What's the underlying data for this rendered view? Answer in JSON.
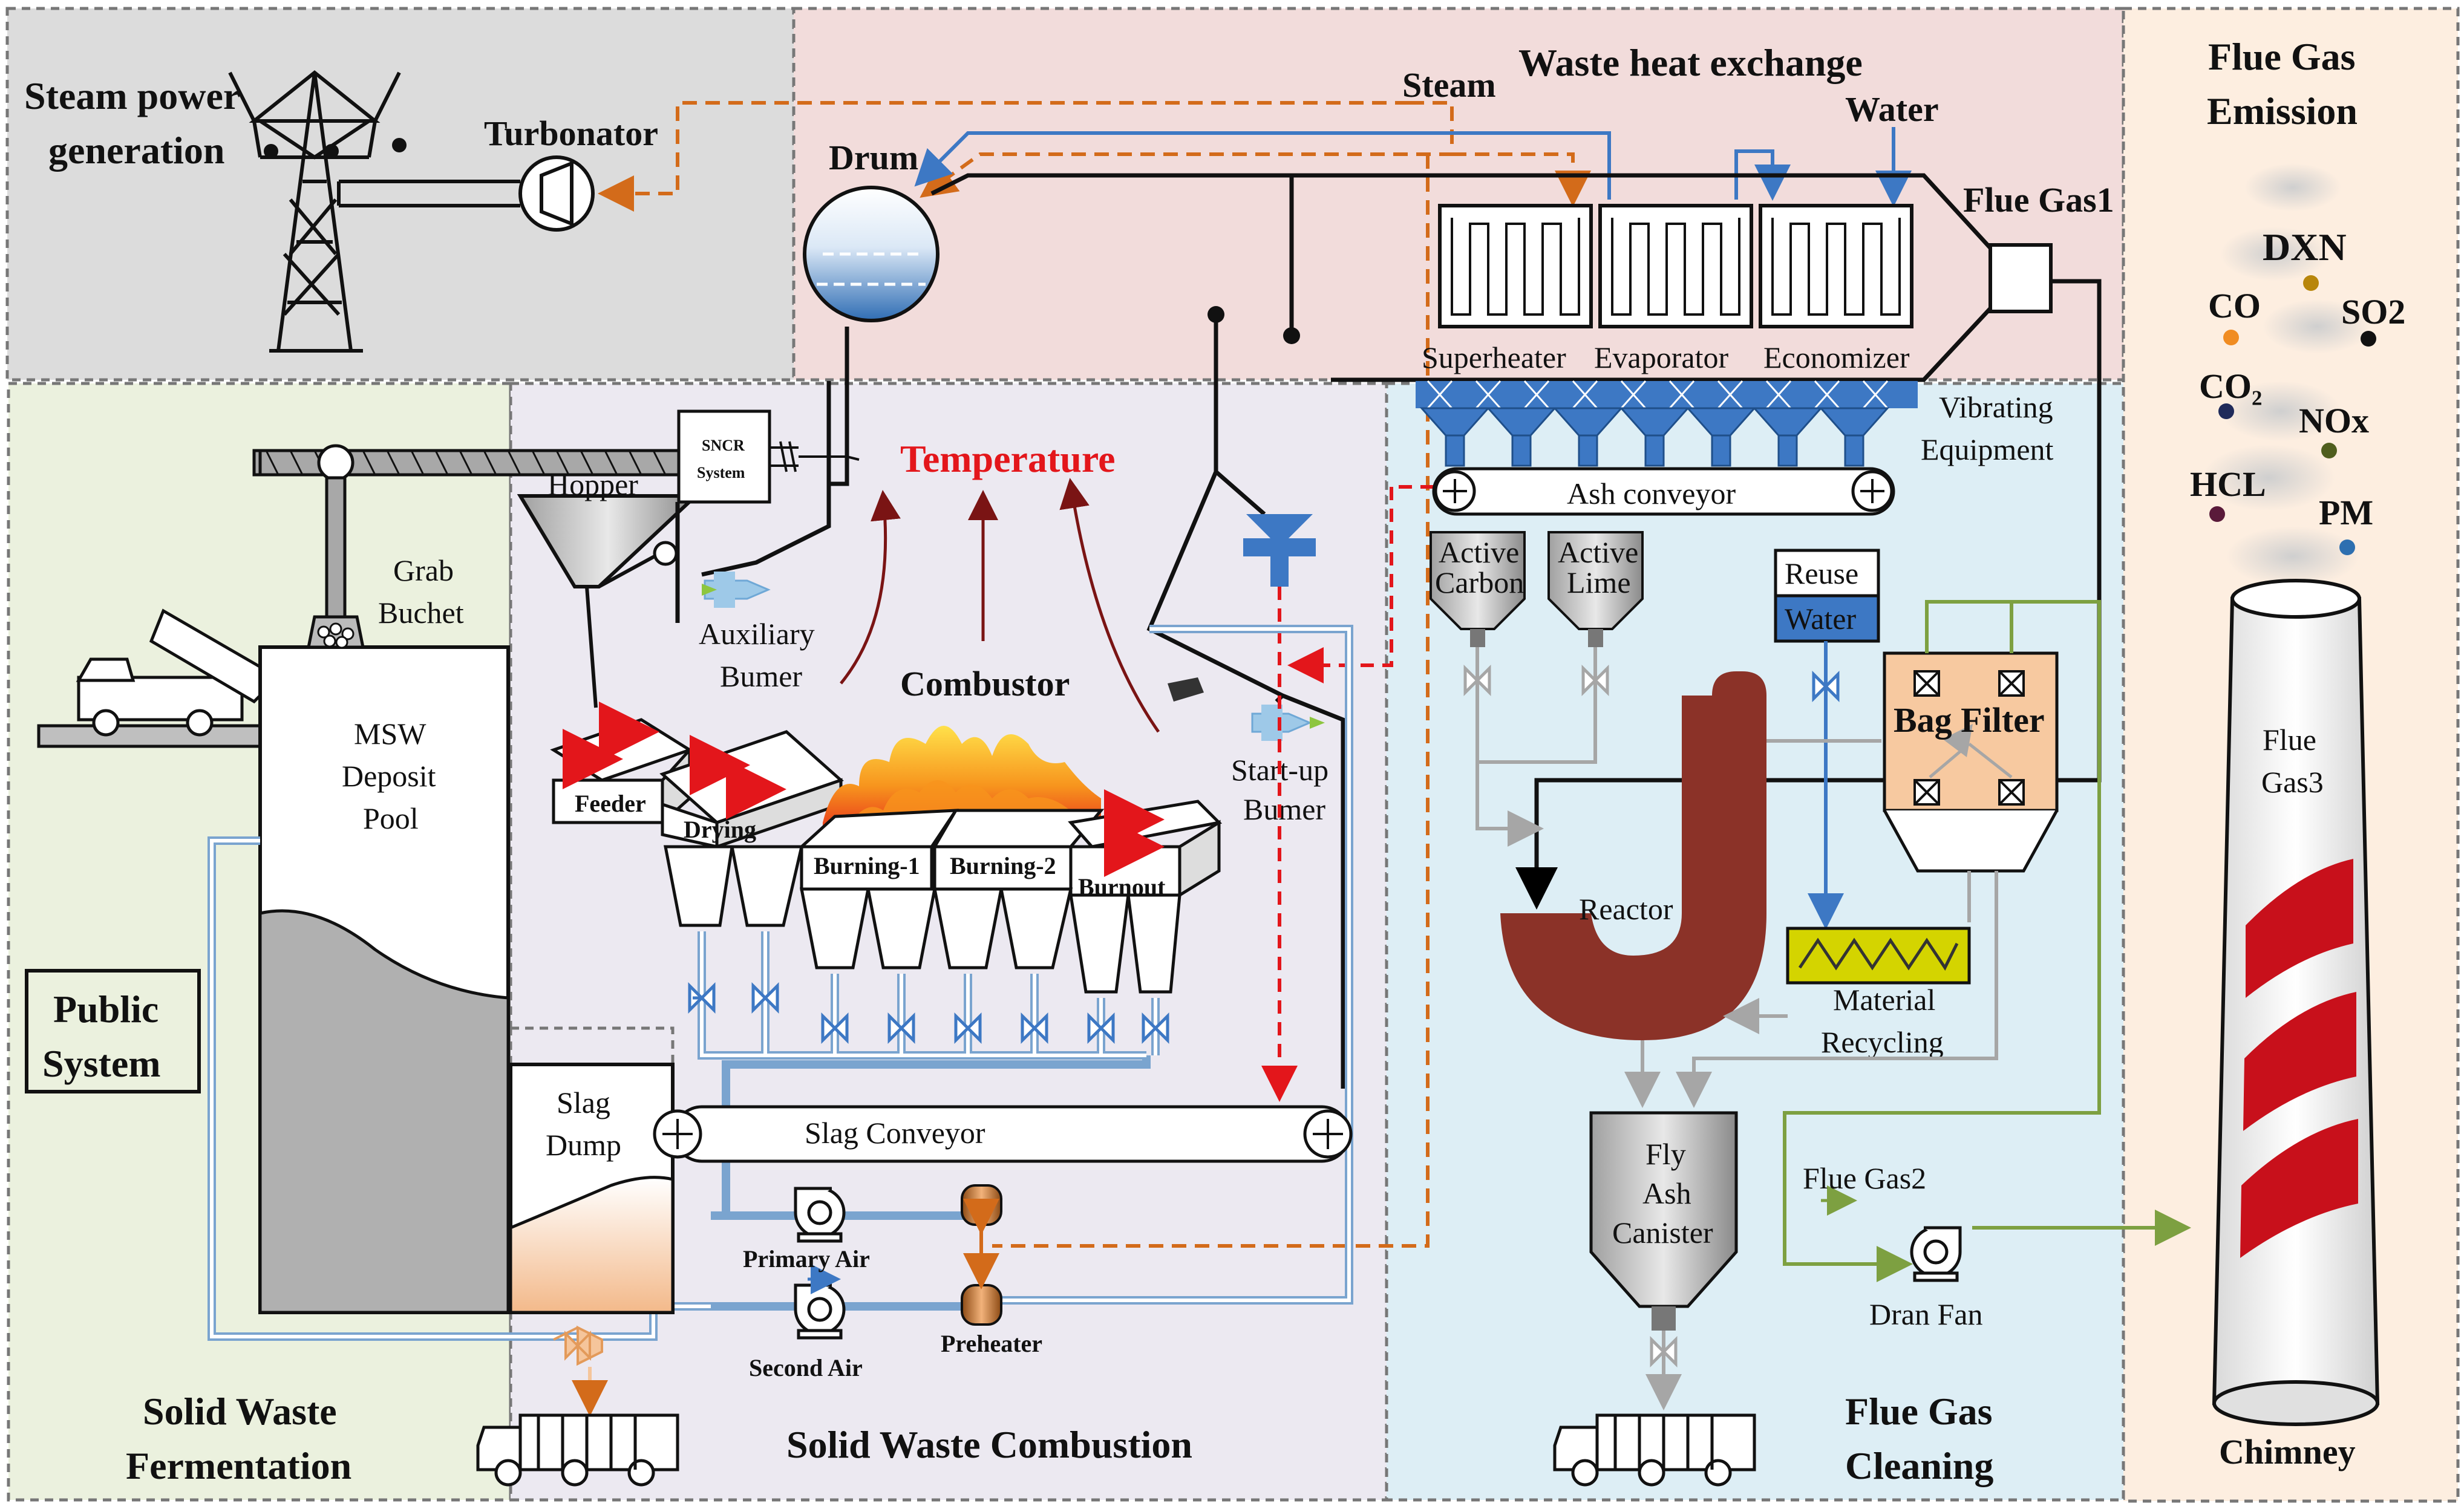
{
  "zones": {
    "steam_power": "Steam power generation",
    "steam_power_l1": "Steam power",
    "steam_power_l2": "generation",
    "waste_heat": "Waste heat exchange",
    "flue_emission_l1": "Flue Gas",
    "flue_emission_l2": "Emission",
    "fermentation_l1": "Solid Waste",
    "fermentation_l2": "Fermentation",
    "combustion": "Solid Waste Combustion",
    "cleaning_l1": "Flue Gas",
    "cleaning_l2": "Cleaning",
    "public_l1": "Public",
    "public_l2": "System"
  },
  "labels": {
    "turbonator": "Turbonator",
    "drum": "Drum",
    "steam": "Steam",
    "water": "Water",
    "flue_gas1": "Flue Gas1",
    "flue_gas2": "Flue Gas2",
    "flue_gas3_l1": "Flue",
    "flue_gas3_l2": "Gas3",
    "superheater": "Superheater",
    "evaporator": "Evaporator",
    "economizer": "Economizer",
    "vibrating_l1": "Vibrating",
    "vibrating_l2": "Equipment",
    "ash_conveyor": "Ash conveyor",
    "active_carbon_l1": "Active",
    "active_carbon_l2": "Carbon",
    "active_lime_l1": "Active",
    "active_lime_l2": "Lime",
    "reuse_water_l1": "Reuse",
    "reuse_water_l2": "Water",
    "bag_filter": "Bag Filter",
    "reactor": "Reactor",
    "material_recycling_l1": "Material",
    "material_recycling_l2": "Recycling",
    "fly_ash_l1": "Fly",
    "fly_ash_l2": "Ash",
    "fly_ash_l3": "Canister",
    "dran_fan": "Dran Fan",
    "chimney": "Chimney",
    "sncr_l1": "SNCR",
    "sncr_l2": "System",
    "hopper": "Hopper",
    "grab_l1": "Grab",
    "grab_l2": "Buchet",
    "msw_l1": "MSW",
    "msw_l2": "Deposit",
    "msw_l3": "Pool",
    "temperature": "Temperature",
    "auxiliary_l1": "Auxiliary",
    "auxiliary_l2": "Bumer",
    "combustor": "Combustor",
    "startup_l1": "Start-up",
    "startup_l2": "Bumer",
    "feeder": "Feeder",
    "drying": "Drying",
    "burning1": "Burning-1",
    "burning2": "Burning-2",
    "burnout": "Burnout",
    "slag_dump_l1": "Slag",
    "slag_dump_l2": "Dump",
    "slag_conveyor": "Slag Conveyor",
    "primary_air": "Primary Air",
    "second_air": "Second Air",
    "preheater": "Preheater"
  },
  "pollutants": [
    {
      "name": "DXN",
      "color": "#b8860b"
    },
    {
      "name": "CO",
      "color": "#f08c22"
    },
    {
      "name": "SO2",
      "color": "#111111"
    },
    {
      "name": "CO₂",
      "color": "#1f2a5a"
    },
    {
      "name": "NOx",
      "color": "#4f5e1e"
    },
    {
      "name": "HCL",
      "color": "#5a1a3a"
    },
    {
      "name": "PM",
      "color": "#2d6fb0"
    }
  ],
  "colors": {
    "steam_power_bg": "#dcdcdc",
    "waste_heat_bg": "#f2dcdb",
    "emission_bg": "#fdeee0",
    "fermentation_bg": "#ebf1de",
    "combustion_bg": "#ece9f1",
    "cleaning_bg": "#ddeef5",
    "steam_line": "#d36b1a",
    "water_line": "#3d78c4",
    "flue_line": "#000000",
    "red_flow": "#e3161b",
    "green_line": "#7da041",
    "gray_line": "#a6a6a6",
    "reactor": "#8b3228",
    "chimney_band": "#c8101b"
  }
}
